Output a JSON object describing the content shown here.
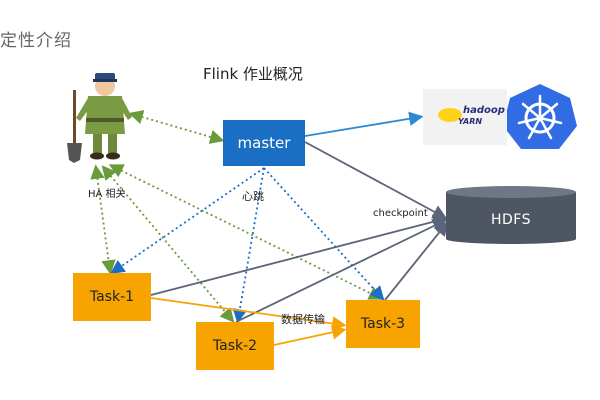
{
  "slide_title": "定性介绍",
  "diagram_title": "Flink 作业概况",
  "nodes": {
    "master": "master",
    "task1": "Task-1",
    "task2": "Task-2",
    "task3": "Task-3",
    "hdfs": "HDFS"
  },
  "labels": {
    "ha": "HA 相关",
    "heartbeat": "心跳",
    "checkpoint": "checkpoint",
    "data_transfer": "数据传输"
  },
  "logos": {
    "yarn": "YARN",
    "yarn_brand": "hadoop"
  },
  "colors": {
    "master": "#1a6fc4",
    "task": "#f7a400",
    "hdfs": "#4f5663",
    "ha_link": "#6a9a3a",
    "heartbeat_link": "#1a6fc4",
    "checkpoint_link": "#5b6478",
    "transfer_link": "#f7a400",
    "deploy_link": "#2a8ad6",
    "kubernetes": "#326ce5"
  }
}
